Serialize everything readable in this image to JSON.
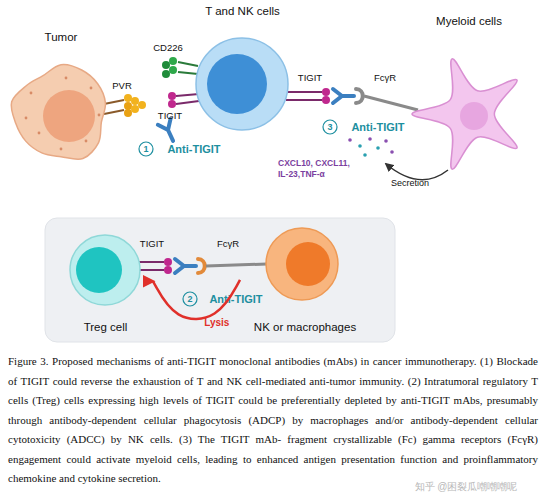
{
  "diagram": {
    "caption": "Figure 3. Proposed mechanisms of anti-TIGIT monoclonal antibodies (mAbs) in cancer immunotherapy. (1) Blockade of TIGIT could reverse the exhaustion of T and NK cell-mediated anti-tumor immunity. (2) Intratumoral regulatory T cells (Treg) cells expressing high levels of TIGIT could be preferentially depleted by anti-TIGIT mAbs, presumably through antibody-dependent cellular phagocytosis (ADCP) by macrophages and/or antibody-dependent cellular cytotoxicity (ADCC) by NK cells. (3) The TIGIT mAb- fragment crystallizable (Fc) gamma receptors (FcγR) engagement could activate myeloid cells, leading to enhanced antigen presentation function and proinflammatory chemokine and cytokine secretion.",
    "nodes": [
      {
        "text": [
          "Tumor"
        ]
      },
      {
        "text": [
          "T and NK cells"
        ]
      },
      {
        "text": [
          "Myeloid cells"
        ]
      },
      {
        "text": [
          "Treg cell"
        ]
      },
      {
        "text": [
          "NK or macrophages"
        ]
      }
    ],
    "edges": [
      {
        "from": 4,
        "to": 3,
        "label": "Lysis",
        "arrow": "to"
      }
    ],
    "labels": [
      "PVR",
      "CD226",
      "TIGIT",
      "1",
      "Anti-TIGIT",
      "TIGIT",
      "FcγR",
      "3",
      "Anti-TIGIT",
      "CXCL10, CXCL11, IL-23,TNF-α",
      "Secretion",
      "TIGIT",
      "FcγR",
      "2",
      "Anti-TIGIT",
      "知乎 @困裂瓜嘲嘲嘲呢"
    ]
  }
}
